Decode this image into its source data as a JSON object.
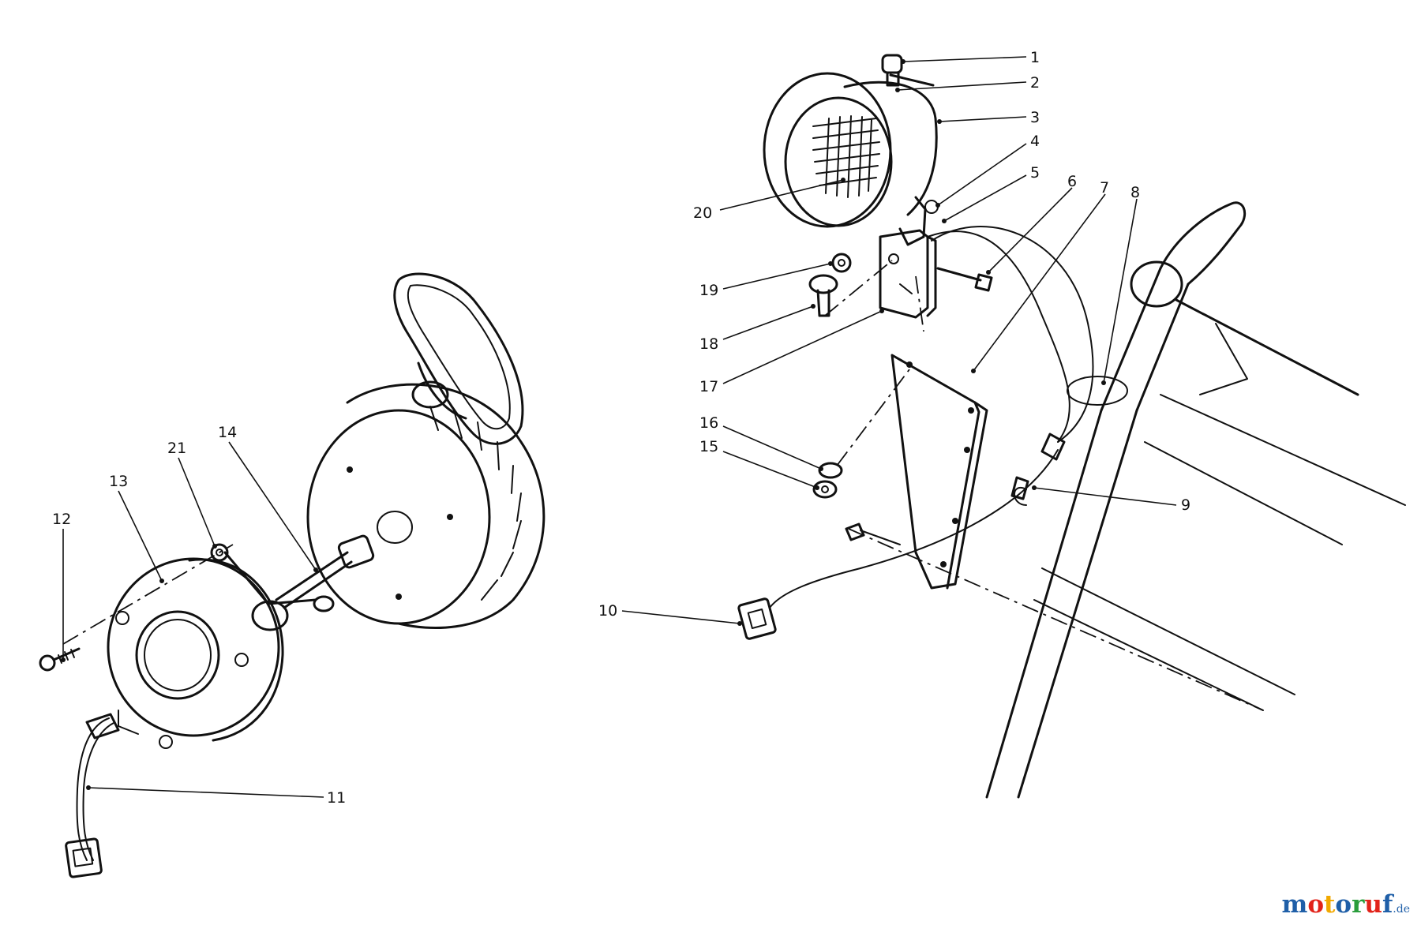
{
  "callouts": [
    {
      "id": "1",
      "label": "1"
    },
    {
      "id": "2",
      "label": "2"
    },
    {
      "id": "3",
      "label": "3"
    },
    {
      "id": "4",
      "label": "4"
    },
    {
      "id": "5",
      "label": "5"
    },
    {
      "id": "6",
      "label": "6"
    },
    {
      "id": "7",
      "label": "7"
    },
    {
      "id": "8",
      "label": "8"
    },
    {
      "id": "9",
      "label": "9"
    },
    {
      "id": "10",
      "label": "10"
    },
    {
      "id": "11",
      "label": "11"
    },
    {
      "id": "12",
      "label": "12"
    },
    {
      "id": "13",
      "label": "13"
    },
    {
      "id": "14",
      "label": "14"
    },
    {
      "id": "15",
      "label": "15"
    },
    {
      "id": "16",
      "label": "16"
    },
    {
      "id": "17",
      "label": "17"
    },
    {
      "id": "18",
      "label": "18"
    },
    {
      "id": "19",
      "label": "19"
    },
    {
      "id": "20",
      "label": "20"
    },
    {
      "id": "21",
      "label": "21"
    }
  ],
  "watermark": {
    "letters": [
      {
        "char": "m",
        "color": "#1f5fa8"
      },
      {
        "char": "o",
        "color": "#e2231a"
      },
      {
        "char": "t",
        "color": "#f2a900"
      },
      {
        "char": "o",
        "color": "#1f5fa8"
      },
      {
        "char": "r",
        "color": "#2a9d3c"
      },
      {
        "char": "u",
        "color": "#e2231a"
      },
      {
        "char": "f",
        "color": "#1f5fa8"
      }
    ],
    "suffix": ".de"
  }
}
